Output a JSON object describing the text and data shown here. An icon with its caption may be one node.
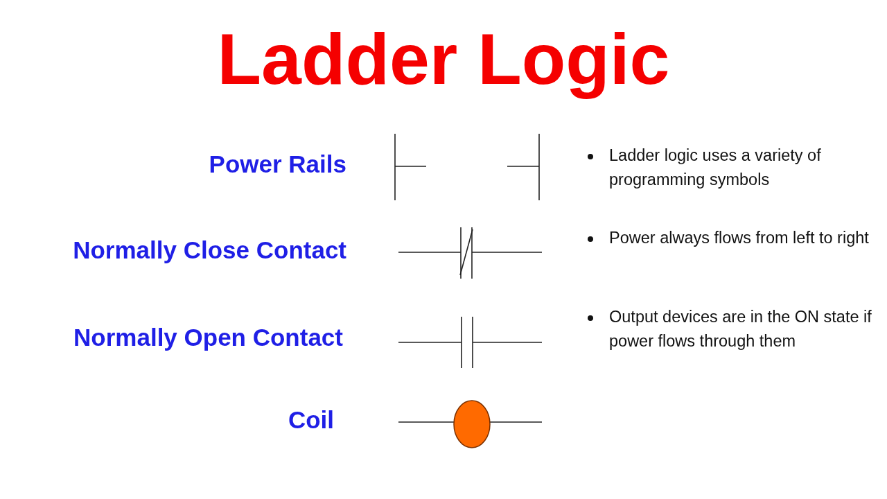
{
  "diagram": {
    "title": "Ladder Logic",
    "labels": [
      "Power Rails",
      "Ladder logic uses a variety of programming symbols",
      "Normally Close Contact",
      "Power always flows from left to right",
      "Normally Open Contact",
      "Output devices are in the ON state if power flows through them",
      "Coil"
    ]
  }
}
